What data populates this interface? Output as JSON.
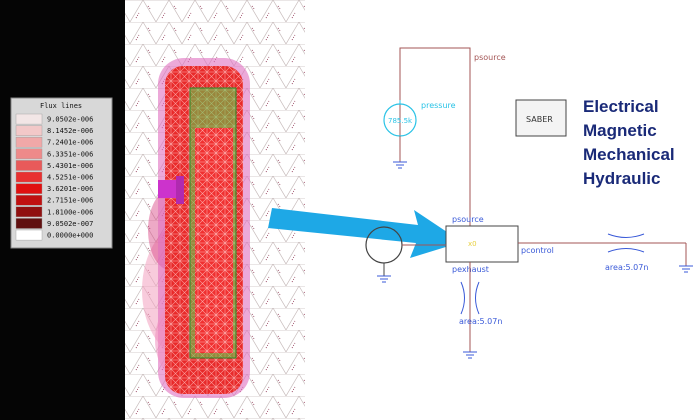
{
  "flux_legend": {
    "title": "Flux lines",
    "entries": [
      {
        "value": "9.0502e-006",
        "color": "#f2e6e6"
      },
      {
        "value": "8.1452e-006",
        "color": "#f2c8c8"
      },
      {
        "value": "7.2401e-006",
        "color": "#f0a8a8"
      },
      {
        "value": "6.3351e-006",
        "color": "#ee8a8a"
      },
      {
        "value": "5.4301e-006",
        "color": "#e85a5a"
      },
      {
        "value": "4.5251e-006",
        "color": "#e83030"
      },
      {
        "value": "3.6201e-006",
        "color": "#e01010"
      },
      {
        "value": "2.7151e-006",
        "color": "#c01010"
      },
      {
        "value": "1.8100e-006",
        "color": "#901010"
      },
      {
        "value": "9.0502e-007",
        "color": "#601010"
      },
      {
        "value": "0.0000e+000",
        "color": "#ffffff"
      }
    ]
  },
  "schematic": {
    "psource_top": "psource",
    "pressure": "pressure",
    "pressure_value": "785.5k",
    "saber": "SABER",
    "block_psource": "psource",
    "block_pexhaust": "pexhaust",
    "pcontrol": "pcontrol",
    "area_right": "area:5.07n",
    "area_bottom": "area:5.07n",
    "block_marker": "x0"
  },
  "domains": [
    "Electrical",
    "Magnetic",
    "Mechanical",
    "Hydraulic"
  ],
  "colors": {
    "arrow": "#1ea8e6",
    "wire_red": "#a35555",
    "wire_blue": "#3a5ad8",
    "label_blue": "#1a2a78",
    "mesh_red": "#e82a2a",
    "mesh_green": "#5ad24a",
    "magenta": "#cc33cc"
  }
}
